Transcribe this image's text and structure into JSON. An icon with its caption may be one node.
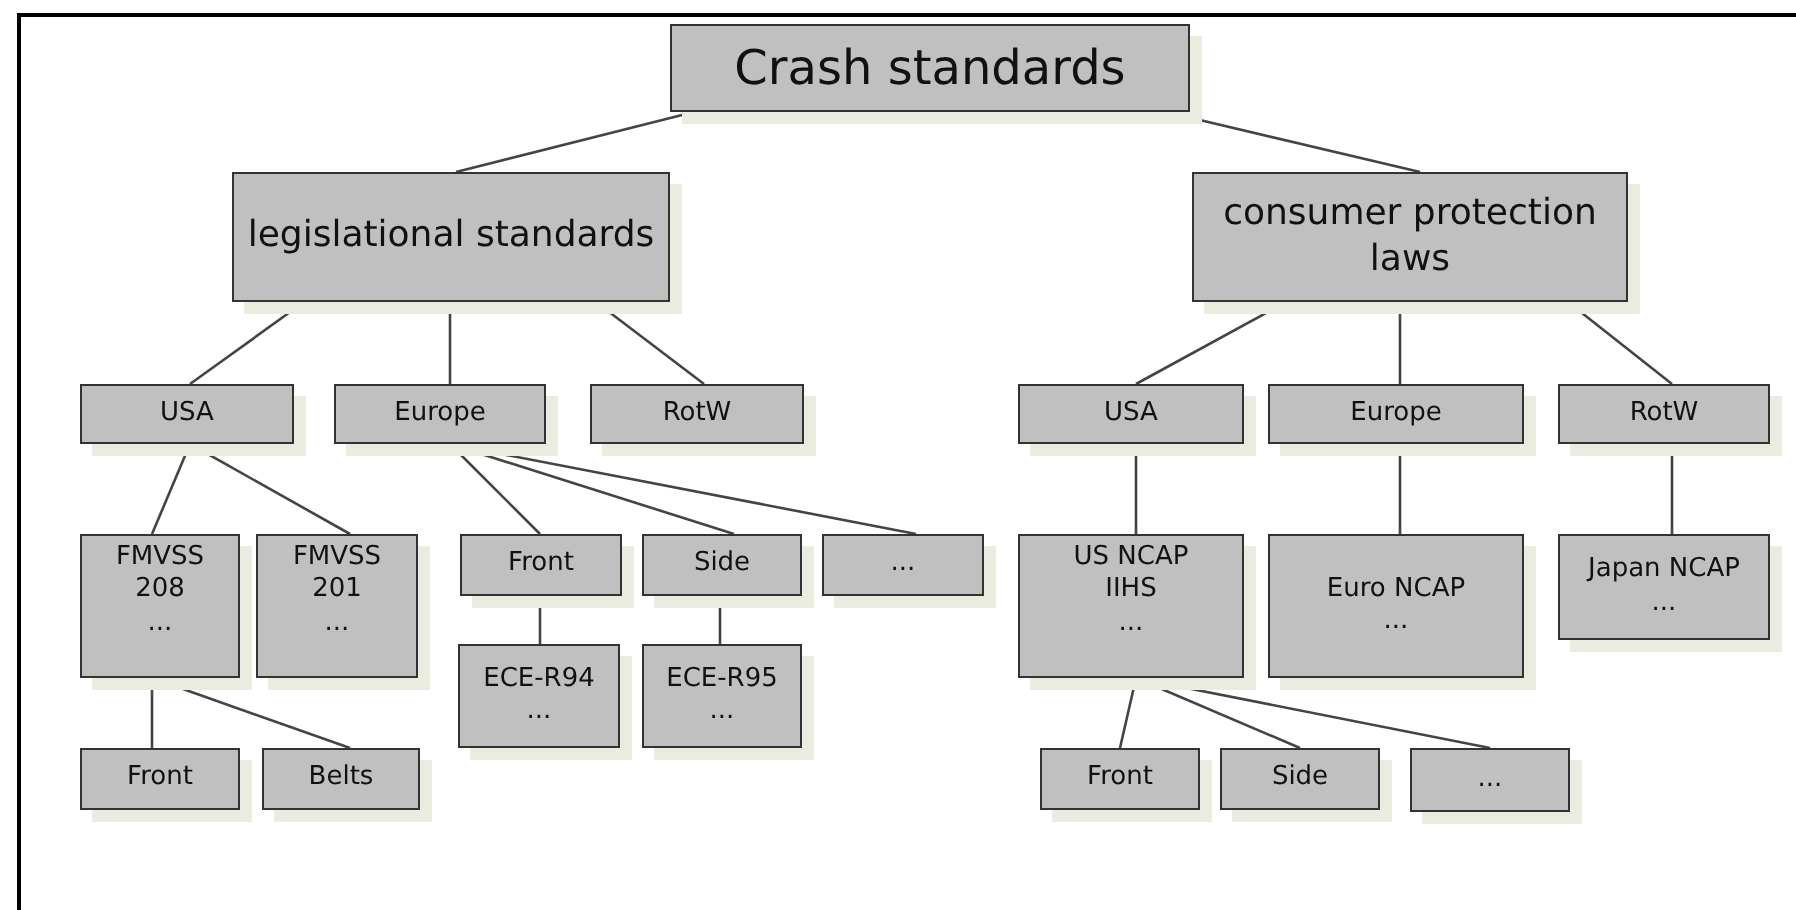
{
  "diagram": {
    "nodes": [
      {
        "text": [
          "Crash standards"
        ]
      },
      {
        "text": [
          "legislational standards"
        ]
      },
      {
        "text": [
          "consumer protection laws"
        ]
      },
      {
        "text": [
          "USA"
        ]
      },
      {
        "text": [
          "Europe"
        ]
      },
      {
        "text": [
          "RotW"
        ]
      },
      {
        "text": [
          "USA"
        ]
      },
      {
        "text": [
          "Europe"
        ]
      },
      {
        "text": [
          "RotW"
        ]
      },
      {
        "text": [
          "FMVSS",
          "208",
          "..."
        ]
      },
      {
        "text": [
          "FMVSS",
          "201",
          "..."
        ]
      },
      {
        "text": [
          "Front"
        ]
      },
      {
        "text": [
          "Side"
        ]
      },
      {
        "text": [
          "..."
        ]
      },
      {
        "text": [
          "ECE-R94",
          "..."
        ]
      },
      {
        "text": [
          "ECE-R95",
          "..."
        ]
      },
      {
        "text": [
          "US NCAP",
          "IIHS",
          "..."
        ]
      },
      {
        "text": [
          "Euro NCAP",
          "..."
        ]
      },
      {
        "text": [
          "Japan NCAP",
          "..."
        ]
      },
      {
        "text": [
          "Front"
        ]
      },
      {
        "text": [
          "Belts"
        ]
      },
      {
        "text": [
          "Front"
        ]
      },
      {
        "text": [
          "Side"
        ]
      },
      {
        "text": [
          "..."
        ]
      }
    ],
    "edges": [
      {
        "from": 0,
        "to": 1,
        "arrow": "none"
      },
      {
        "from": 0,
        "to": 2,
        "arrow": "none"
      },
      {
        "from": 1,
        "to": 3,
        "arrow": "none"
      },
      {
        "from": 1,
        "to": 4,
        "arrow": "none"
      },
      {
        "from": 1,
        "to": 5,
        "arrow": "none"
      },
      {
        "from": 2,
        "to": 6,
        "arrow": "none"
      },
      {
        "from": 2,
        "to": 7,
        "arrow": "none"
      },
      {
        "from": 2,
        "to": 8,
        "arrow": "none"
      },
      {
        "from": 3,
        "to": 9,
        "arrow": "none"
      },
      {
        "from": 3,
        "to": 10,
        "arrow": "none"
      },
      {
        "from": 4,
        "to": 11,
        "arrow": "none"
      },
      {
        "from": 4,
        "to": 12,
        "arrow": "none"
      },
      {
        "from": 4,
        "to": 13,
        "arrow": "none"
      },
      {
        "from": 11,
        "to": 14,
        "arrow": "none"
      },
      {
        "from": 12,
        "to": 15,
        "arrow": "none"
      },
      {
        "from": 6,
        "to": 16,
        "arrow": "none"
      },
      {
        "from": 7,
        "to": 17,
        "arrow": "none"
      },
      {
        "from": 8,
        "to": 18,
        "arrow": "none"
      },
      {
        "from": 9,
        "to": 19,
        "arrow": "none"
      },
      {
        "from": 9,
        "to": 20,
        "arrow": "none"
      },
      {
        "from": 16,
        "to": 21,
        "arrow": "none"
      },
      {
        "from": 16,
        "to": 22,
        "arrow": "none"
      },
      {
        "from": 16,
        "to": 23,
        "arrow": "none"
      }
    ]
  }
}
